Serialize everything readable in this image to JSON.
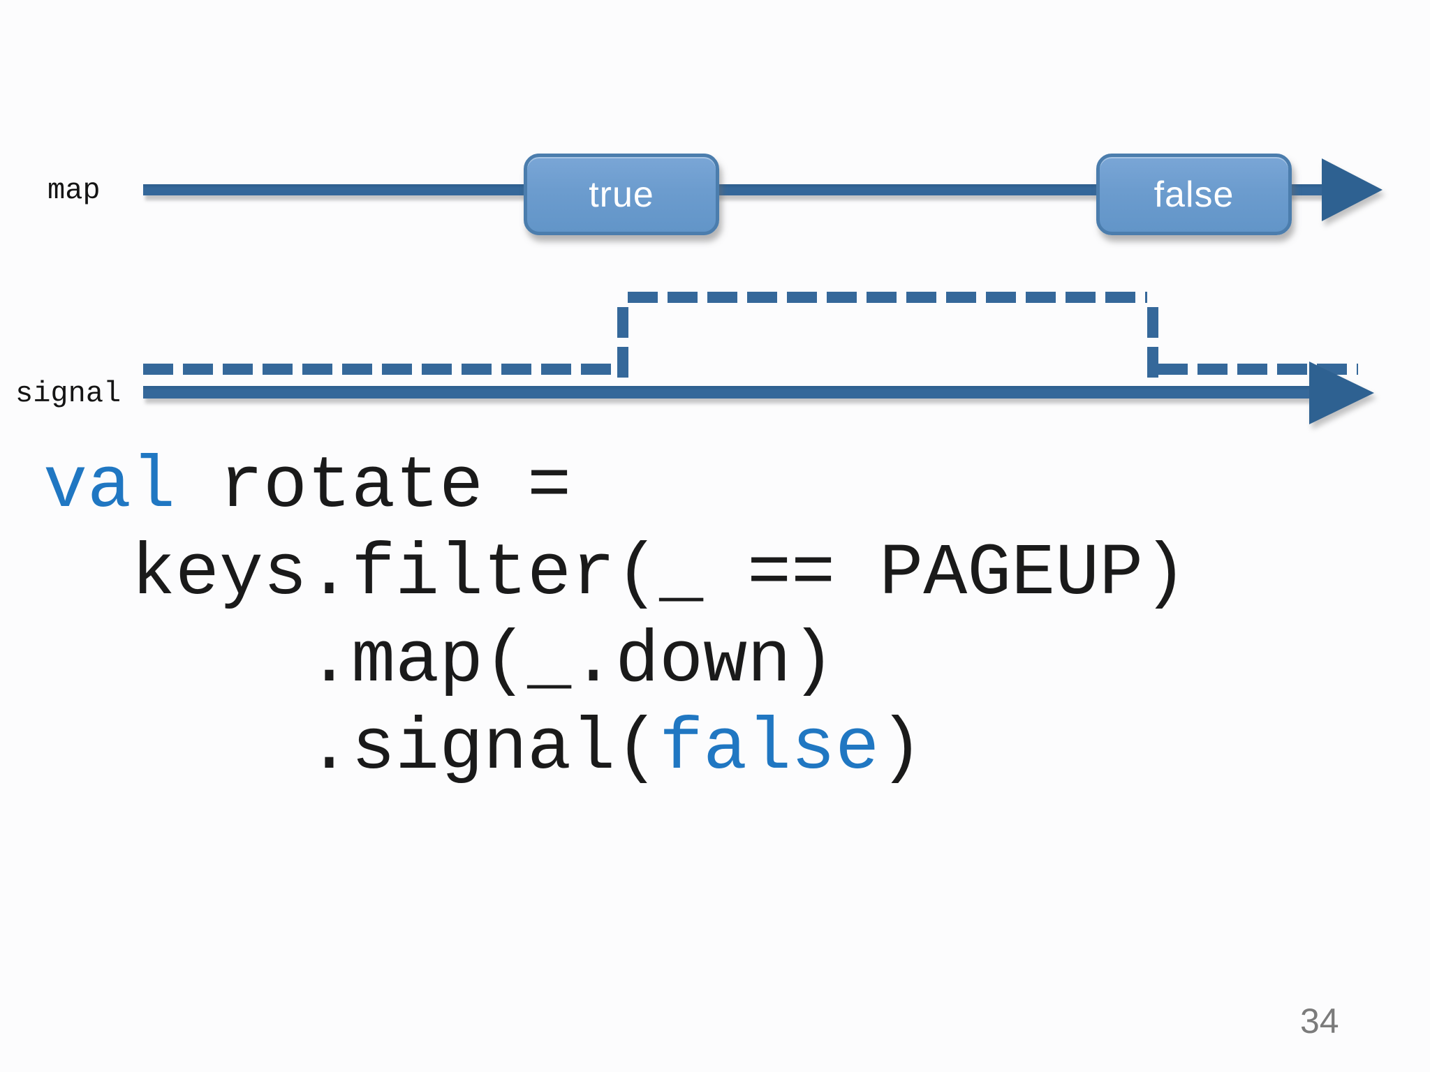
{
  "diagram": {
    "map_label": "map",
    "signal_label": "signal",
    "true_event": "true",
    "false_event": "false",
    "colors": {
      "timeline_line": "#35689A",
      "arrowhead": "#2E6191",
      "event_box_fill": "#6C9CCE",
      "event_box_border": "#4B7DAD",
      "event_box_text": "#FFFFFF"
    }
  },
  "code": {
    "keyword_color": "#2077C2",
    "text_color": "#1A1A1A",
    "line1_keyword": "val",
    "line1_rest": " rotate =",
    "line2": "  keys.filter(_ == PAGEUP)",
    "line3": "      .map(_.down)",
    "line4_head": "      .signal(",
    "line4_literal": "false",
    "line4_tail": ")"
  },
  "footer": {
    "page_number": "34"
  }
}
